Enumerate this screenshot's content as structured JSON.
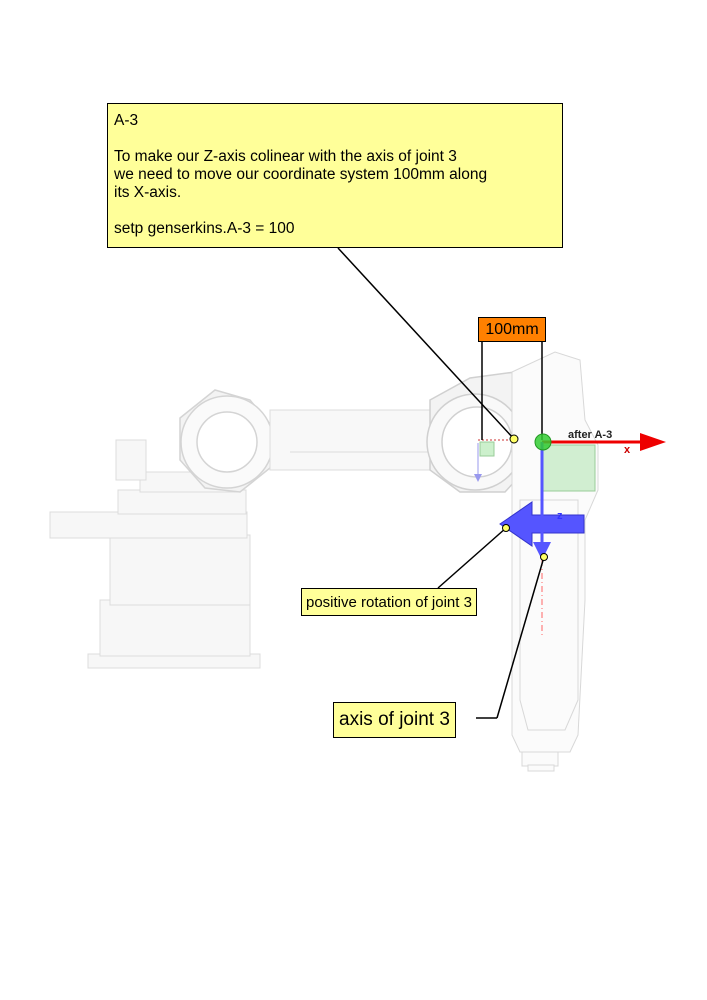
{
  "note": {
    "title": "A-3",
    "line1": "To make our Z-axis colinear with the axis of joint 3",
    "line2": "we need to move our coordinate system 100mm along",
    "line3": "its X-axis.",
    "command": "setp genserkins.A-3 = 100"
  },
  "dimension_label": "100mm",
  "frame": {
    "after_label": "after A-3",
    "x_label": "x",
    "z_label": "z"
  },
  "callouts": {
    "rotation": "positive rotation of joint 3",
    "axis": "axis of joint 3"
  },
  "colors": {
    "callout_fill": "#ffff99",
    "dimension_fill": "#ff8000",
    "x_axis": "#ee0000",
    "z_axis": "#5555ff",
    "origin": "#33cc33"
  }
}
